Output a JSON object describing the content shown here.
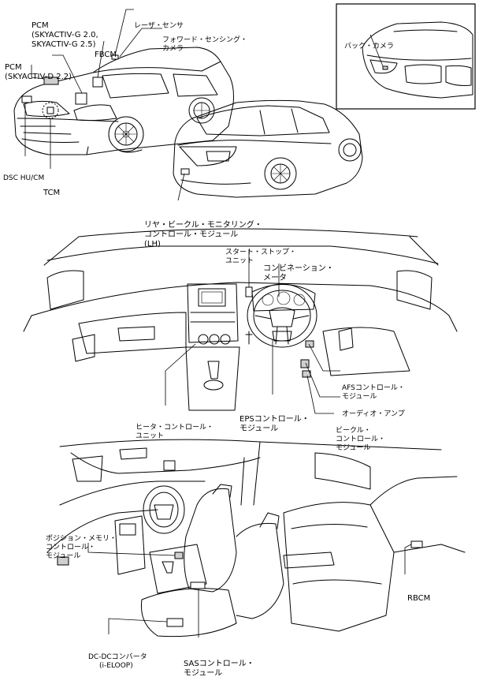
{
  "labels": {
    "pcm_g": [
      "PCM",
      "(SKYACTIV-G 2.0,",
      "SKYACTIV-G 2.5)"
    ],
    "pcm_d": [
      "PCM",
      "(SKYACTIV-D 2.2)"
    ],
    "laser_sensor": "レーザ・センサ",
    "forward_camera": [
      "フォワード・センシング・",
      "カメラ"
    ],
    "fbcm": "FBCM",
    "back_camera": "バック・カメラ",
    "dsc_hu_cm": "DSC HU/CM",
    "tcm": "TCM",
    "rear_vehicle_monitoring": [
      "リヤ・ビークル・モニタリング・",
      "コントロール・モジュール",
      "(LH)"
    ],
    "start_stop_unit": [
      "スタート・ストップ・",
      "ユニット"
    ],
    "combination_meter": [
      "コンビネーション・",
      "メータ"
    ],
    "heater_control_unit": [
      "ヒータ・コントロール・",
      "ユニット"
    ],
    "eps_control_module": [
      "EPSコントロール・",
      "モジュール"
    ],
    "afs_control_module": [
      "AFSコントロール・",
      "モジュール"
    ],
    "audio_amp": "オーディオ・アンプ",
    "vehicle_control_module": [
      "ビークル・",
      "コントロール・",
      "モジュール"
    ],
    "position_memory_module": [
      "ポジション・メモリ・",
      "コントロール・",
      "モジュール"
    ],
    "rbcm": "RBCM",
    "dcdc_converter": [
      "DC-DCコンバータ",
      "(i-ELOOP)"
    ],
    "sas_control_module": [
      "SASコントロール・",
      "モジュール"
    ]
  }
}
